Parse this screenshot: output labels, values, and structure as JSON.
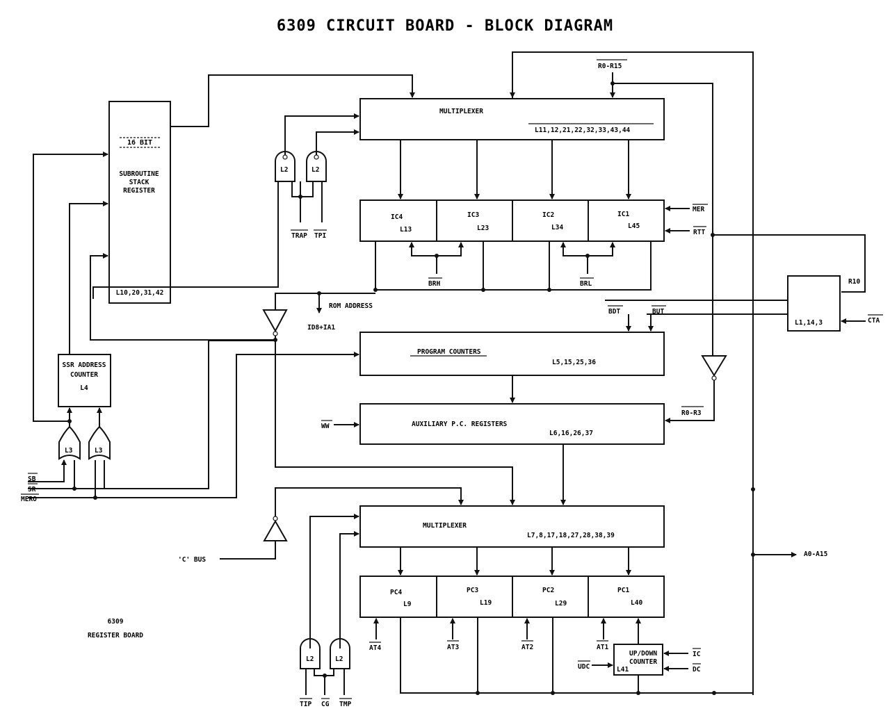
{
  "title": "6309 CIRCUIT BOARD - BLOCK DIAGRAM",
  "blocks": {
    "ssr": {
      "bits": "16 BIT",
      "name_l1": "SUBROUTINE",
      "name_l2": "STACK",
      "name_l3": "REGISTER",
      "ref": "L10,20,31,42"
    },
    "mux_top": {
      "name": "MULTIPLEXER",
      "ref": "L11,12,21,22,32,33,43,44"
    },
    "ic4": {
      "name": "IC4",
      "ref": "L13"
    },
    "ic3": {
      "name": "IC3",
      "ref": "L23"
    },
    "ic2": {
      "name": "IC2",
      "ref": "L34"
    },
    "ic1": {
      "name": "IC1",
      "ref": "L45"
    },
    "pc": {
      "name": "PROGRAM COUNTERS",
      "ref": "L5,15,25,36"
    },
    "aux": {
      "name": "AUXILIARY P.C. REGISTERS",
      "ref": "L6,16,26,37"
    },
    "ctl": {
      "ref": "L1,14,3"
    },
    "mux_bot": {
      "name": "MULTIPLEXER",
      "ref": "L7,8,17,18,27,28,38,39"
    },
    "pc4": {
      "name": "PC4",
      "ref": "L9"
    },
    "pc3": {
      "name": "PC3",
      "ref": "L19"
    },
    "pc2": {
      "name": "PC2",
      "ref": "L29"
    },
    "pc1": {
      "name": "PC1",
      "ref": "L40"
    },
    "counter": {
      "l1": "UP/DOWN",
      "l2": "COUNTER",
      "ref": "L41"
    },
    "ssr_counter": {
      "l1": "SSR ADDRESS",
      "l2": "COUNTER",
      "ref": "L4"
    }
  },
  "gates": {
    "l2": "L2",
    "l3": "L3"
  },
  "signals": {
    "r0_r15": "R0-R15",
    "mer": "MER",
    "rtt": "RTT",
    "trap": "TRAP",
    "tpi": "TPI",
    "brh": "BRH",
    "brl": "BRL",
    "rom_address": "ROM ADDRESS",
    "id_ia": "ID8+IA1",
    "bdt": "BDT",
    "but": "BUT",
    "r10": "R10",
    "cta": "CTA",
    "ww": "WW",
    "r0_r3": "R0-R3",
    "sb": "SB",
    "sr": "SR",
    "mero": "MERO",
    "c_bus": "'C' BUS",
    "a0_a15": "A0-A15",
    "at4": "AT4",
    "at3": "AT3",
    "at2": "AT2",
    "at1": "AT1",
    "udc": "UDC",
    "ic": "IC",
    "dc": "DC",
    "tip": "TIP",
    "cg": "CG",
    "tmp": "TMP"
  },
  "board_label": {
    "l1": "6309",
    "l2": "REGISTER BOARD"
  }
}
